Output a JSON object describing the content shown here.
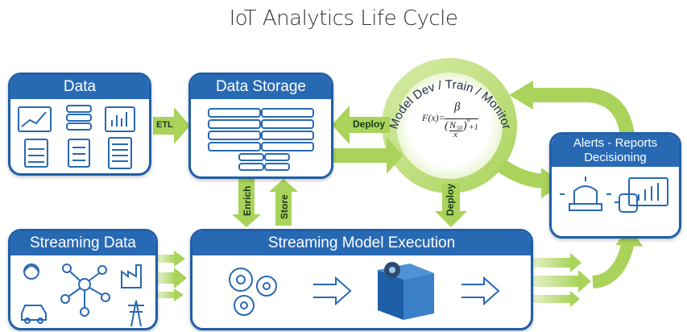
{
  "title": "IoT Analytics Life Cycle",
  "panels": {
    "data": "Data",
    "storage": "Data Storage",
    "streaming_data": "Streaming Data",
    "streaming_model": "Streaming Model Execution",
    "alerts_line1": "Alerts - Reports",
    "alerts_line2": "Decisioning"
  },
  "ring_label": "Model Dev / Train / Monitor",
  "formula": {
    "lhs": "F(x)=",
    "numerator": "β",
    "denominator_n": "N",
    "denominator_sub": "50",
    "denominator_x": "x",
    "exp": "α",
    "plus": "+1"
  },
  "arrows": {
    "etl": "ETL",
    "deploy_left": "Deploy",
    "deploy_down": "Deploy",
    "enrich": "Enrich",
    "store": "Store"
  },
  "colors": {
    "panel_blue": "#2869b4",
    "arrow_green": "#a9d35a",
    "accent_blue": "#1f5fa8"
  }
}
